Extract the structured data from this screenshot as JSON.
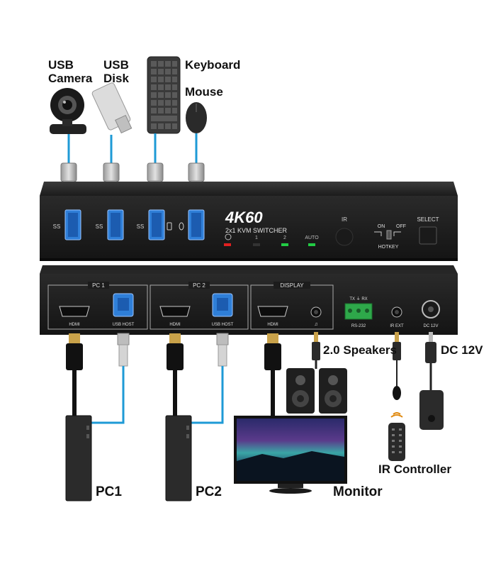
{
  "labels": {
    "usb_camera_1": "USB",
    "usb_camera_2": "Camera",
    "usb_disk_1": "USB",
    "usb_disk_2": "Disk",
    "keyboard": "Keyboard",
    "mouse": "Mouse",
    "speakers": "2.0 Speakers",
    "dc": "DC 12V",
    "ir_controller": "IR Controller",
    "pc1": "PC1",
    "pc2": "PC2",
    "monitor": "Monitor"
  },
  "front": {
    "title": "4K60",
    "subtitle": "2x1 KVM SWITCHER",
    "ir": "IR",
    "select": "SELECT",
    "on": "ON",
    "off": "OFF",
    "hotkey": "HOTKEY",
    "led_1": "1",
    "led_2": "2",
    "led_auto": "AUTO",
    "usb_mark": "SS"
  },
  "rear": {
    "pc1": "PC 1",
    "pc2": "PC 2",
    "display": "DISPLAY",
    "hdmi": "HDMI",
    "usb_host": "USB HOST",
    "rs232": "RS-232",
    "txrx": "TX ⏚ RX",
    "ir_ext": "IR EXT",
    "dc12": "DC 12V"
  },
  "colors": {
    "cable_blue": "#1e9ad6",
    "device_body": "#2b2b2b",
    "led_red": "#e02020",
    "led_green": "#22cc44",
    "usb_blue": "#2f7fd8",
    "terminal_green": "#2ea84a"
  }
}
